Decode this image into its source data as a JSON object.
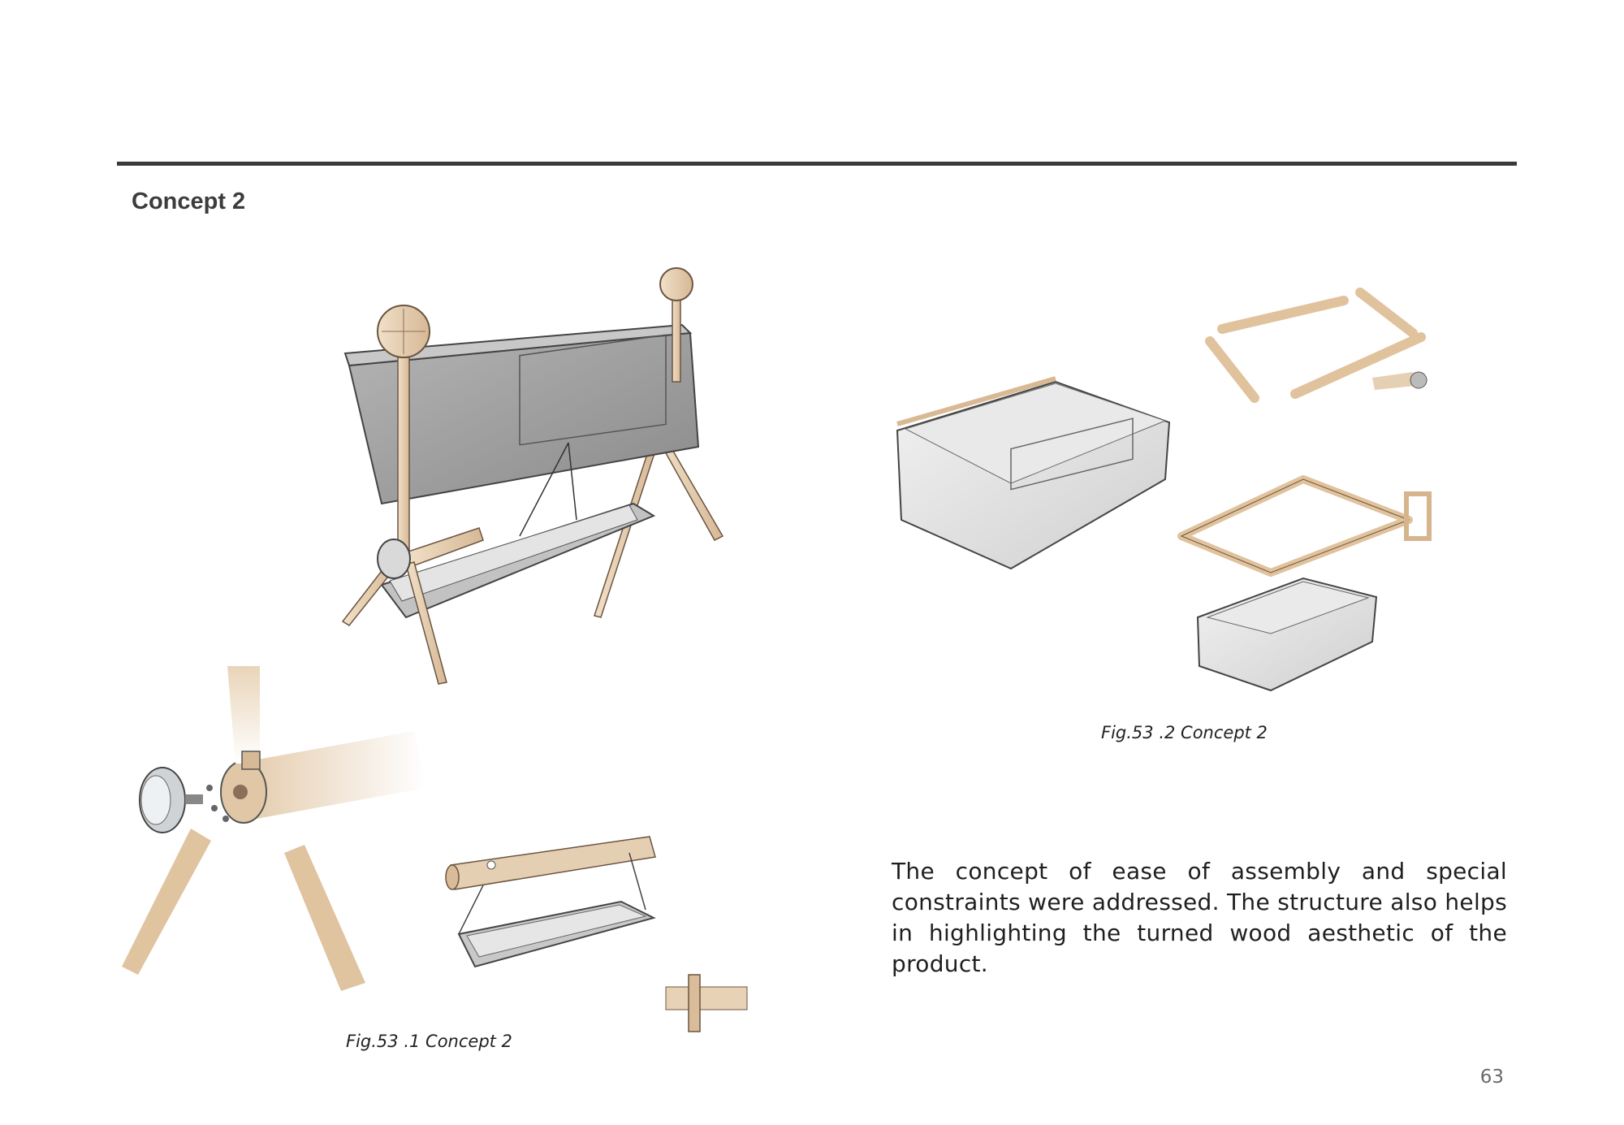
{
  "page": {
    "section_title": "Concept 2",
    "page_number": "63"
  },
  "figures": {
    "fig1_caption": "Fig.53 .1 Concept 2",
    "fig2_caption": "Fig.53 .2 Concept 2"
  },
  "body": {
    "paragraph": "The concept of ease of assembly and special constraints were addressed. The structure also helps in highlighting the turned wood aesthetic of the product."
  },
  "colors": {
    "wood": "#e6cfb2",
    "fabric": "#9a9a9a",
    "rule": "#3a3a3a"
  }
}
